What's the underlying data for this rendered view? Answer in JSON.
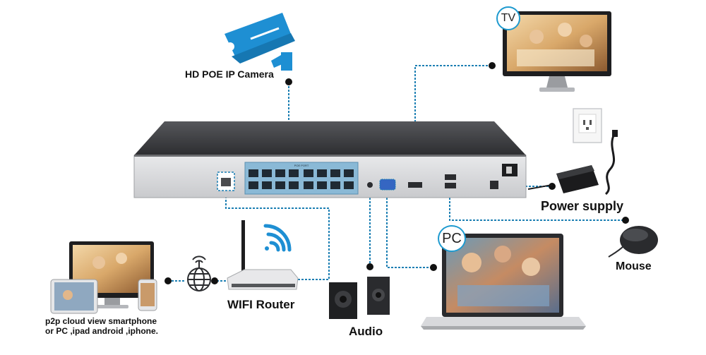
{
  "labels": {
    "camera": "HD POE IP Camera",
    "tv": "TV",
    "power_supply": "Power supply",
    "pc": "PC",
    "mouse": "Mouse",
    "router": "WIFI Router",
    "audio": "Audio",
    "p2p_line1": "p2p cloud view smartphone",
    "p2p_line2": "or PC ,ipad android ,iphone.",
    "nvr_port_label": "POE PORT"
  },
  "colors": {
    "connector_line": "#1c7fb3",
    "dot": "#111111",
    "nvr_body": "#3b3c3f",
    "nvr_front": "#d9dadc",
    "poe_panel": "#8ab9d6",
    "camera_blue": "#1e8fd3",
    "wifi_blue": "#1e8fd3"
  },
  "icons": [
    "camera-icon",
    "tv-icon",
    "power-outlet-icon",
    "power-adapter-icon",
    "mouse-icon",
    "laptop-icon",
    "speaker-icon",
    "router-icon",
    "wifi-icon",
    "globe-icon",
    "monitor-icon",
    "tablet-icon",
    "phone-icon"
  ]
}
